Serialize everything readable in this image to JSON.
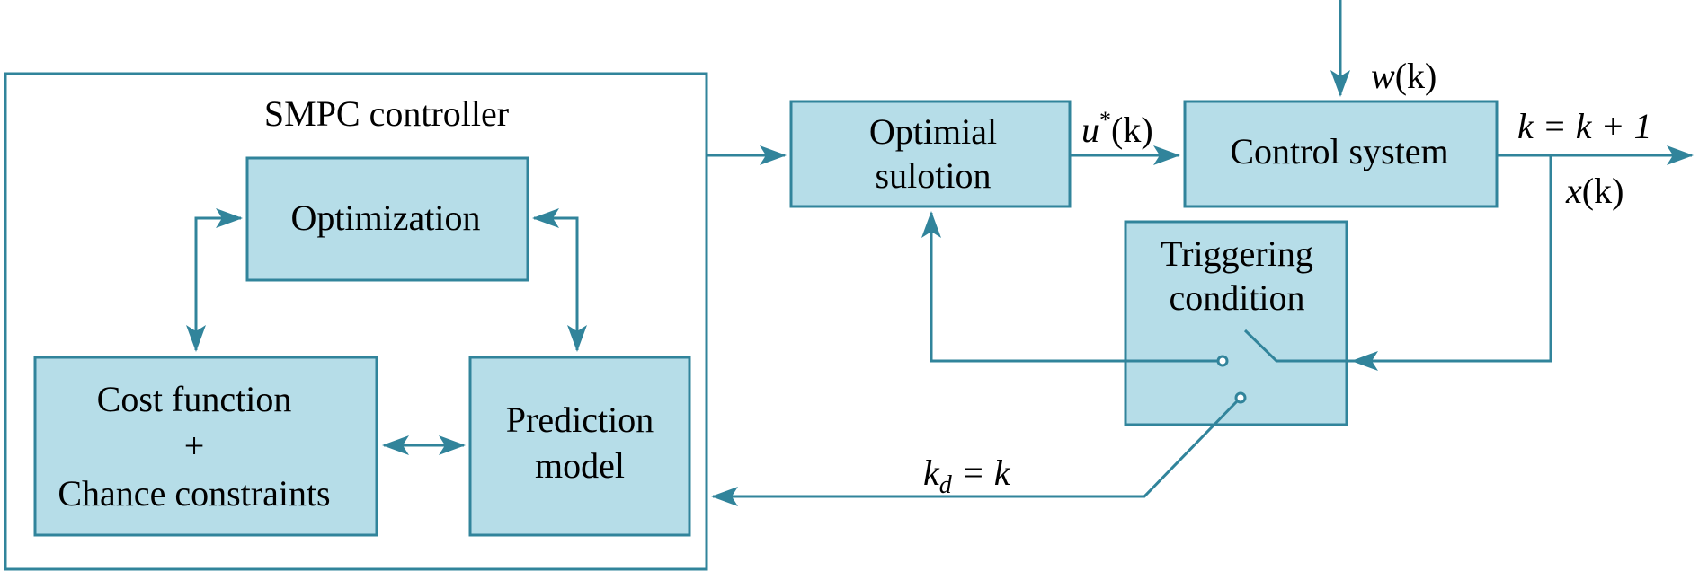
{
  "controller": {
    "title": "SMPC controller"
  },
  "blocks": {
    "optimization": "Optimization",
    "cost_line1": "Cost function",
    "cost_line2": "+",
    "cost_line3": "Chance constraints",
    "prediction_line1": "Prediction",
    "prediction_line2": "model",
    "optimal_line1": "Optimial",
    "optimal_line2": "sulotion",
    "control_system": "Control system",
    "trigger_line1": "Triggering",
    "trigger_line2": "condition"
  },
  "signals": {
    "u_base": "u",
    "u_sup": "*",
    "u_arg": "(k)",
    "w_base": "w",
    "w_arg": "(k)",
    "x_base": "x",
    "x_arg": "(k)",
    "k_update": "k = k + 1",
    "kd_base": "k",
    "kd_sub": "d",
    "kd_rest": " = k"
  },
  "colors": {
    "block_fill": "#b6dde8",
    "stroke": "#31849b"
  }
}
